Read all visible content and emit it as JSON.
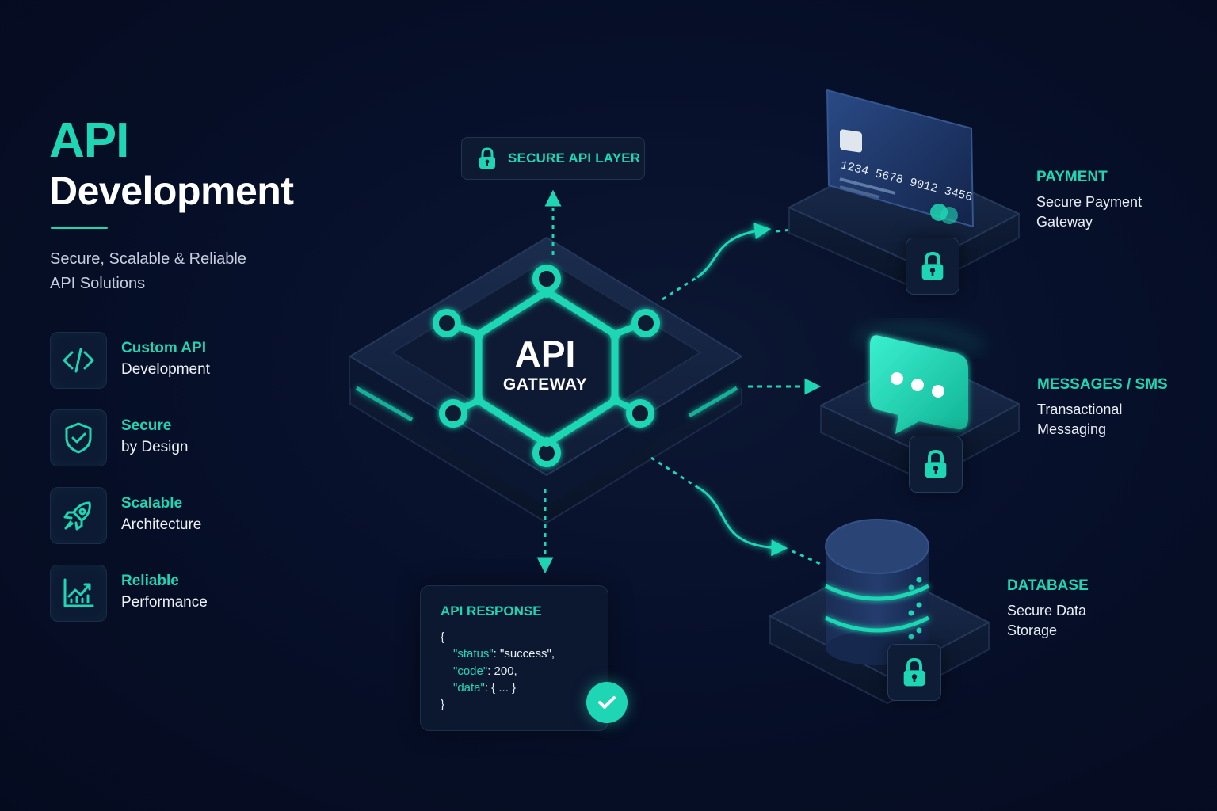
{
  "header": {
    "title_line1": "API",
    "title_line2": "Development",
    "subtitle_line1": "Secure, Scalable & Reliable",
    "subtitle_line2": "API Solutions"
  },
  "features": [
    {
      "title": "Custom API",
      "subtitle": "Development",
      "icon": "code-icon"
    },
    {
      "title": "Secure",
      "subtitle": "by Design",
      "icon": "shield-check-icon"
    },
    {
      "title": "Scalable",
      "subtitle": "Architecture",
      "icon": "rocket-icon"
    },
    {
      "title": "Reliable",
      "subtitle": "Performance",
      "icon": "chart-growth-icon"
    }
  ],
  "secure_layer": {
    "label": "SECURE API LAYER",
    "icon": "lock-icon"
  },
  "gateway": {
    "title": "API",
    "subtitle": "GATEWAY",
    "icon": "hexagon-network-icon"
  },
  "response": {
    "title": "API RESPONSE",
    "lines": [
      "{",
      "\"status\": \"success\",",
      "\"code\": 200,",
      "\"data\": { ... }",
      "}"
    ],
    "status_icon": "check-circle-icon"
  },
  "services": [
    {
      "title": "PAYMENT",
      "line1": "Secure Payment",
      "line2": "Gateway",
      "icon": "credit-card-icon",
      "card_number": "1234 5678 9012 3456"
    },
    {
      "title": "MESSAGES / SMS",
      "line1": "Transactional",
      "line2": "Messaging",
      "icon": "chat-bubble-icon"
    },
    {
      "title": "DATABASE",
      "line1": "Secure Data",
      "line2": "Storage",
      "icon": "database-icon"
    }
  ],
  "colors": {
    "accent": "#1fd6b4",
    "background": "#07102a",
    "panel": "#0d1a33"
  }
}
